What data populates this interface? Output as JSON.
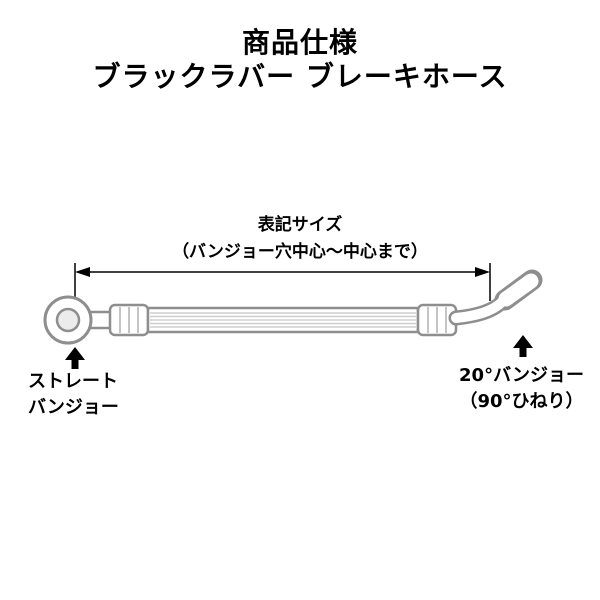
{
  "header": {
    "title": "商品仕様",
    "subtitle": "ブラックラバー ブレーキホース"
  },
  "diagram": {
    "size_annotation": {
      "line1": "表記サイズ",
      "line2": "（バンジョー穴中心～中心まで）"
    },
    "left_fitting": {
      "line1": "ストレート",
      "line2": "バンジョー"
    },
    "right_fitting": {
      "line1": "20°バンジョー",
      "line2": "（90°ひねり）"
    },
    "icons": {
      "dimension_arrow": "double-headed-horizontal-arrow",
      "left_pointer": "up-arrow",
      "right_pointer": "up-arrow"
    },
    "colors": {
      "text": "#000000",
      "dimension_line": "#000000",
      "hose_outline": "#8e8e8e",
      "hose_fill": "#ffffff",
      "hose_texture": "#cfcfcf"
    }
  }
}
